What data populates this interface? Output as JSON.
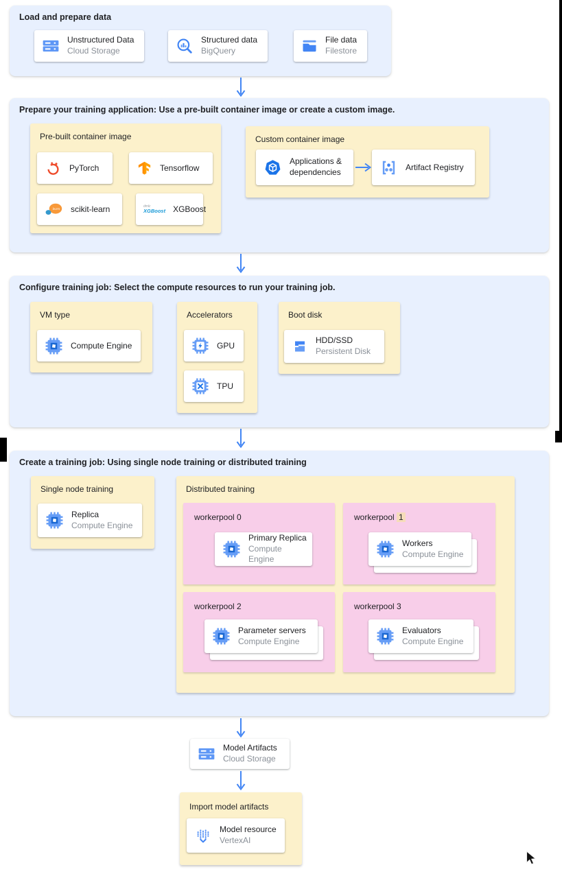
{
  "colors": {
    "section_bg": "#e8f0fe",
    "panel_yellow": "#fcf1cb",
    "pool_pink": "#f8cee9",
    "num_highlight": "#f6dcba",
    "arrow_blue": "#4285f4",
    "title_text": "#202124",
    "subtitle_text": "#8a9098",
    "pytorch_red": "#ee4c2c",
    "tensorflow_orange": "#ff8f00",
    "xgboost_blue": "#1a9ad7"
  },
  "load": {
    "title": "Load and prepare data",
    "cards": [
      {
        "title": "Unstructured Data",
        "subtitle": "Cloud Storage",
        "icon": "storage-icon"
      },
      {
        "title": "Structured data",
        "subtitle": "BigQuery",
        "icon": "bigquery-icon"
      },
      {
        "title": "File data",
        "subtitle": "Filestore",
        "icon": "filestore-icon"
      }
    ]
  },
  "prepare": {
    "title": "Prepare your training application: Use a pre-built container image or create a custom image.",
    "prebuilt": {
      "label": "Pre-built container image",
      "cards": [
        {
          "title": "PyTorch",
          "icon": "pytorch-icon"
        },
        {
          "title": "Tensorflow",
          "icon": "tensorflow-icon"
        },
        {
          "title": "scikit-learn",
          "icon": "sklearn-icon"
        },
        {
          "title": "XGBoost",
          "icon": "xgboost-icon"
        }
      ],
      "sklearn_logo_text": "learn",
      "xgboost_logo": {
        "top": "dmlc",
        "bottom": "XGBoost"
      }
    },
    "custom": {
      "label": "Custom container image",
      "cards": [
        {
          "title": "Applications & dependencies",
          "icon": "package-icon"
        },
        {
          "title": "Artifact Registry",
          "icon": "artifact-registry-icon"
        }
      ]
    }
  },
  "configure": {
    "title": "Configure training job: Select the compute resources to run your training job.",
    "vm": {
      "label": "VM type",
      "card": {
        "title": "Compute Engine",
        "icon": "compute-engine-icon"
      }
    },
    "accelerators": {
      "label": "Accelerators",
      "cards": [
        {
          "title": "GPU",
          "icon": "gpu-icon"
        },
        {
          "title": "TPU",
          "icon": "tpu-icon"
        }
      ]
    },
    "boot": {
      "label": "Boot disk",
      "card": {
        "title": "HDD/SSD",
        "subtitle": "Persistent Disk",
        "icon": "disk-icon"
      }
    }
  },
  "create": {
    "title": "Create a training job: Using single node training or distributed training",
    "single": {
      "label": "Single node training",
      "card": {
        "title": "Replica",
        "subtitle": "Compute Engine",
        "icon": "compute-engine-icon"
      }
    },
    "distributed": {
      "label": "Distributed training",
      "workerpools": [
        {
          "label_prefix": "workerpool",
          "num": "0",
          "card": {
            "title": "Primary Replica",
            "subtitle": "Compute Engine"
          }
        },
        {
          "label_prefix": "workerpool",
          "num": "1",
          "card": {
            "title": "Workers",
            "subtitle": "Compute Engine"
          }
        },
        {
          "label_prefix": "workerpool",
          "num": "2",
          "card": {
            "title": "Parameter servers",
            "subtitle": "Compute Engine"
          }
        },
        {
          "label_prefix": "workerpool",
          "num": "3",
          "card": {
            "title": "Evaluators",
            "subtitle": "Compute Engine"
          }
        }
      ]
    }
  },
  "model_artifacts": {
    "title": "Model Artifacts",
    "subtitle": "Cloud Storage",
    "icon": "storage-icon"
  },
  "import_model": {
    "label": "Import model artifacts",
    "card": {
      "title": "Model resource",
      "subtitle": "VertexAI",
      "icon": "vertexai-icon"
    }
  }
}
